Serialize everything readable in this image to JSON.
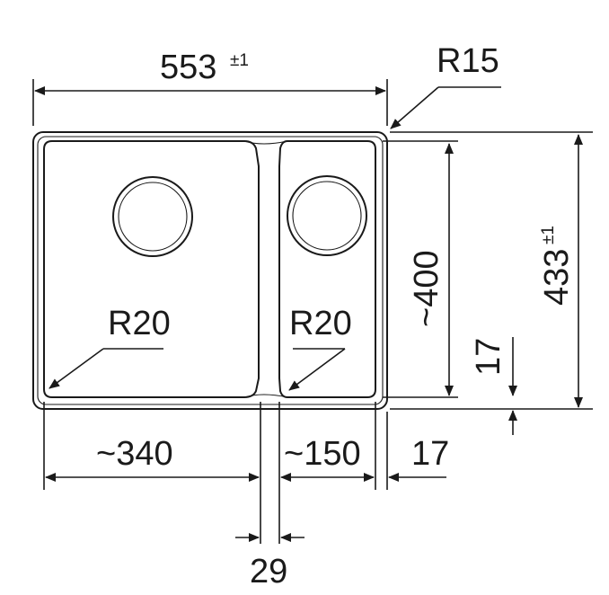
{
  "dimensions": {
    "overall_width": {
      "value": "553",
      "tolerance": "±1"
    },
    "corner_radius_outer": "R15",
    "overall_height": {
      "value": "433",
      "tolerance": "±1"
    },
    "inner_height": "~400",
    "bottom_rim": "17",
    "left_bowl_radius": "R20",
    "right_bowl_radius": "R20",
    "left_bowl_width": "~340",
    "right_bowl_width": "~150",
    "right_rim": "17",
    "divider_width": "29"
  },
  "colors": {
    "ink": "#1a1a1a",
    "background": "#ffffff"
  }
}
